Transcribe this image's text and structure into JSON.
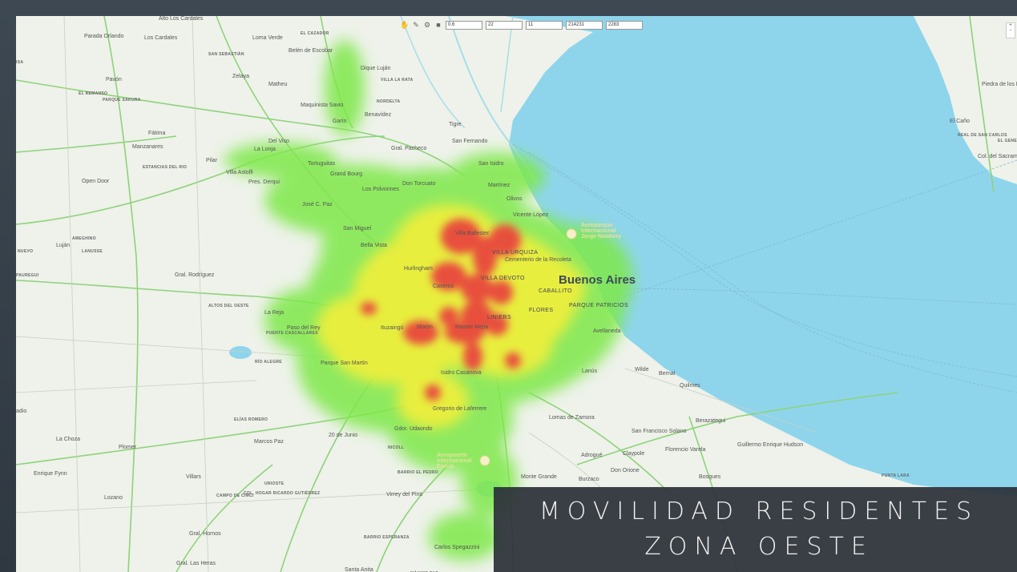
{
  "caption": {
    "line1": "MOVILIDAD RESIDENTES",
    "line2": "ZONA OESTE"
  },
  "toolbar": {
    "fields": [
      "0.6",
      "22",
      "11",
      "214231",
      "2283"
    ],
    "icons": [
      "hand-icon",
      "draw-icon",
      "gear-icon",
      "camera-icon"
    ]
  },
  "map": {
    "water_color": "#8ed5ec",
    "land_color": "#eef2ea",
    "heat_colors": [
      "#7ee84a",
      "#f2ef3a",
      "#e8463c"
    ],
    "city_label": "Buenos Aires",
    "places": [
      {
        "t": "Alto Los Cardales"
      },
      {
        "t": "Parada Orlando"
      },
      {
        "t": "Los Cardales"
      },
      {
        "t": "Loma Verde"
      },
      {
        "t": "EL CAZADOR"
      },
      {
        "t": "SAN SEBASTIÁN"
      },
      {
        "t": "Belén de Escobar"
      },
      {
        "t": "Dique Luján"
      },
      {
        "t": "VILLA LA RATA"
      },
      {
        "t": "Pavón"
      },
      {
        "t": "Zelaya"
      },
      {
        "t": "Matheu"
      },
      {
        "t": "EL REMANSO"
      },
      {
        "t": "PARQUE SAKURA"
      },
      {
        "t": "Maquinista Savio"
      },
      {
        "t": "NORDELTA"
      },
      {
        "t": "Benavídez"
      },
      {
        "t": "Garín"
      },
      {
        "t": "Tigre"
      },
      {
        "t": "Fátima"
      },
      {
        "t": "Manzanares"
      },
      {
        "t": "Del Viso"
      },
      {
        "t": "La Lonja"
      },
      {
        "t": "Gral. Pacheco"
      },
      {
        "t": "San Fernando"
      },
      {
        "t": "Pilar"
      },
      {
        "t": "ESTANCIAS DEL RIO"
      },
      {
        "t": "Villa Astolfi"
      },
      {
        "t": "Tortuguitas"
      },
      {
        "t": "Grand Bourg"
      },
      {
        "t": "San Isidro"
      },
      {
        "t": "Don Torcuato"
      },
      {
        "t": "Martínez"
      },
      {
        "t": "Open Door"
      },
      {
        "t": "Pres. Derqui"
      },
      {
        "t": "Los Polvorines"
      },
      {
        "t": "Olivos"
      },
      {
        "t": "José C. Paz"
      },
      {
        "t": "Vicente López"
      },
      {
        "t": "San Miguel"
      },
      {
        "t": "Luján"
      },
      {
        "t": "AMEGHINO"
      },
      {
        "t": "NUEVO"
      },
      {
        "t": "LANUSSE"
      },
      {
        "t": "Bella Vista"
      },
      {
        "t": "Villa Ballester"
      },
      {
        "t": "VILLA URQUIZA"
      },
      {
        "t": "Cementerio de la Recoleta"
      },
      {
        "t": "Hurlingham"
      },
      {
        "t": "Gral. Rodríguez"
      },
      {
        "t": "VILLA DEVOTO"
      },
      {
        "t": "Caseros"
      },
      {
        "t": "CABALLITO"
      },
      {
        "t": "ALTOS DEL OESTE"
      },
      {
        "t": "La Reja"
      },
      {
        "t": "FLORES"
      },
      {
        "t": "PARQUE PATRICIOS"
      },
      {
        "t": "Paso del Rey"
      },
      {
        "t": "Ituzaingó"
      },
      {
        "t": "Morón"
      },
      {
        "t": "Ramos Mejía"
      },
      {
        "t": "LINIERS"
      },
      {
        "t": "Avellaneda"
      },
      {
        "t": "PUENTE CASCALLARES"
      },
      {
        "t": "RÍO ALEGRE"
      },
      {
        "t": "Parque San Martín"
      },
      {
        "t": "Lanús"
      },
      {
        "t": "Wilde"
      },
      {
        "t": "Bernal"
      },
      {
        "t": "Quilmes"
      },
      {
        "t": "Isidro Casanova"
      },
      {
        "t": "Gregorio de Laferrere"
      },
      {
        "t": "ELÍAS ROMERO"
      },
      {
        "t": "Lomas de Zamora"
      },
      {
        "t": "Berazategui"
      },
      {
        "t": "La Choza"
      },
      {
        "t": "Marcos Paz"
      },
      {
        "t": "20 de Junio"
      },
      {
        "t": "Gdor. Udaondo"
      },
      {
        "t": "NICOLL"
      },
      {
        "t": "San Francisco Solano"
      },
      {
        "t": "Plomer"
      },
      {
        "t": "Guillermo Enrique Hudson"
      },
      {
        "t": "Adrogué"
      },
      {
        "t": "Claypole"
      },
      {
        "t": "Florencio Varela"
      },
      {
        "t": "Enrique Fynn"
      },
      {
        "t": "Villars"
      },
      {
        "t": "Don Orione"
      },
      {
        "t": "URIOSTE"
      },
      {
        "t": "BARRIO EL PEDRO"
      },
      {
        "t": "Monte Grande"
      },
      {
        "t": "Burzaco"
      },
      {
        "t": "Bosques"
      },
      {
        "t": "Lozano"
      },
      {
        "t": "CAMPO DE CIMCI"
      },
      {
        "t": "COL. HOGAR RICARDO GUTIÉRREZ"
      },
      {
        "t": "Virrey del Pino"
      },
      {
        "t": "PUNTA LARA"
      },
      {
        "t": "Gral. Hornos"
      },
      {
        "t": "BARRIO ESPERANZA"
      },
      {
        "t": "Carlos Spegazzini"
      },
      {
        "t": "Gral. Las Heras"
      },
      {
        "t": "Santa Anita"
      },
      {
        "t": "MÁXIMO PAZ"
      },
      {
        "t": "El Caño"
      },
      {
        "t": "Piedra de los Indios"
      },
      {
        "t": "REAL DE SAN CARLOS"
      },
      {
        "t": "Col. del Sacramento"
      },
      {
        "t": "EL GENE"
      },
      {
        "t": "Aeroparque Internacional Jorge Newbery"
      },
      {
        "t": "Aeropuerto Internacional Ezeiza"
      },
      {
        "t": "ISA"
      },
      {
        "t": "PAUREGUI"
      },
      {
        "t": "adio"
      }
    ]
  }
}
